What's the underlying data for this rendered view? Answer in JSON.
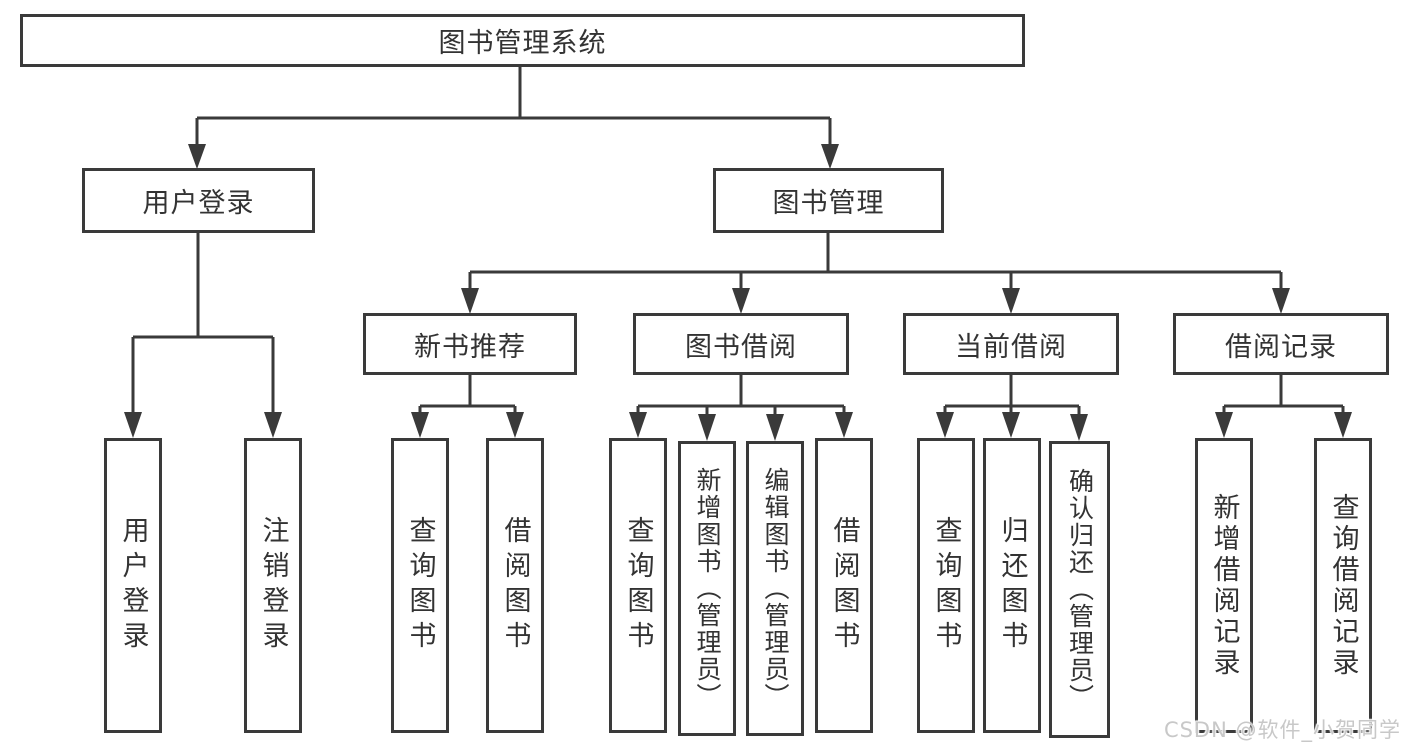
{
  "tree": {
    "label": "图书管理系统",
    "children": [
      {
        "label": "用户登录",
        "children": [
          {
            "label": "用户登录"
          },
          {
            "label": "注销登录"
          }
        ]
      },
      {
        "label": "图书管理",
        "children": [
          {
            "label": "新书推荐",
            "children": [
              {
                "label": "查询图书"
              },
              {
                "label": "借阅图书"
              }
            ]
          },
          {
            "label": "图书借阅",
            "children": [
              {
                "label": "查询图书"
              },
              {
                "label": "新增图书（管理员）"
              },
              {
                "label": "编辑图书（管理员）"
              },
              {
                "label": "借阅图书"
              }
            ]
          },
          {
            "label": "当前借阅",
            "children": [
              {
                "label": "查询图书"
              },
              {
                "label": "归还图书"
              },
              {
                "label": "确认归还（管理员）"
              }
            ]
          },
          {
            "label": "借阅记录",
            "children": [
              {
                "label": "新增借阅记录"
              },
              {
                "label": "查询借阅记录"
              }
            ]
          }
        ]
      }
    ]
  },
  "watermark": "CSDN @软件_小贺同学",
  "colors": {
    "line": "#3a3a3a",
    "text": "#333333",
    "background": "#ffffff",
    "watermark": "#c8c8c8"
  }
}
